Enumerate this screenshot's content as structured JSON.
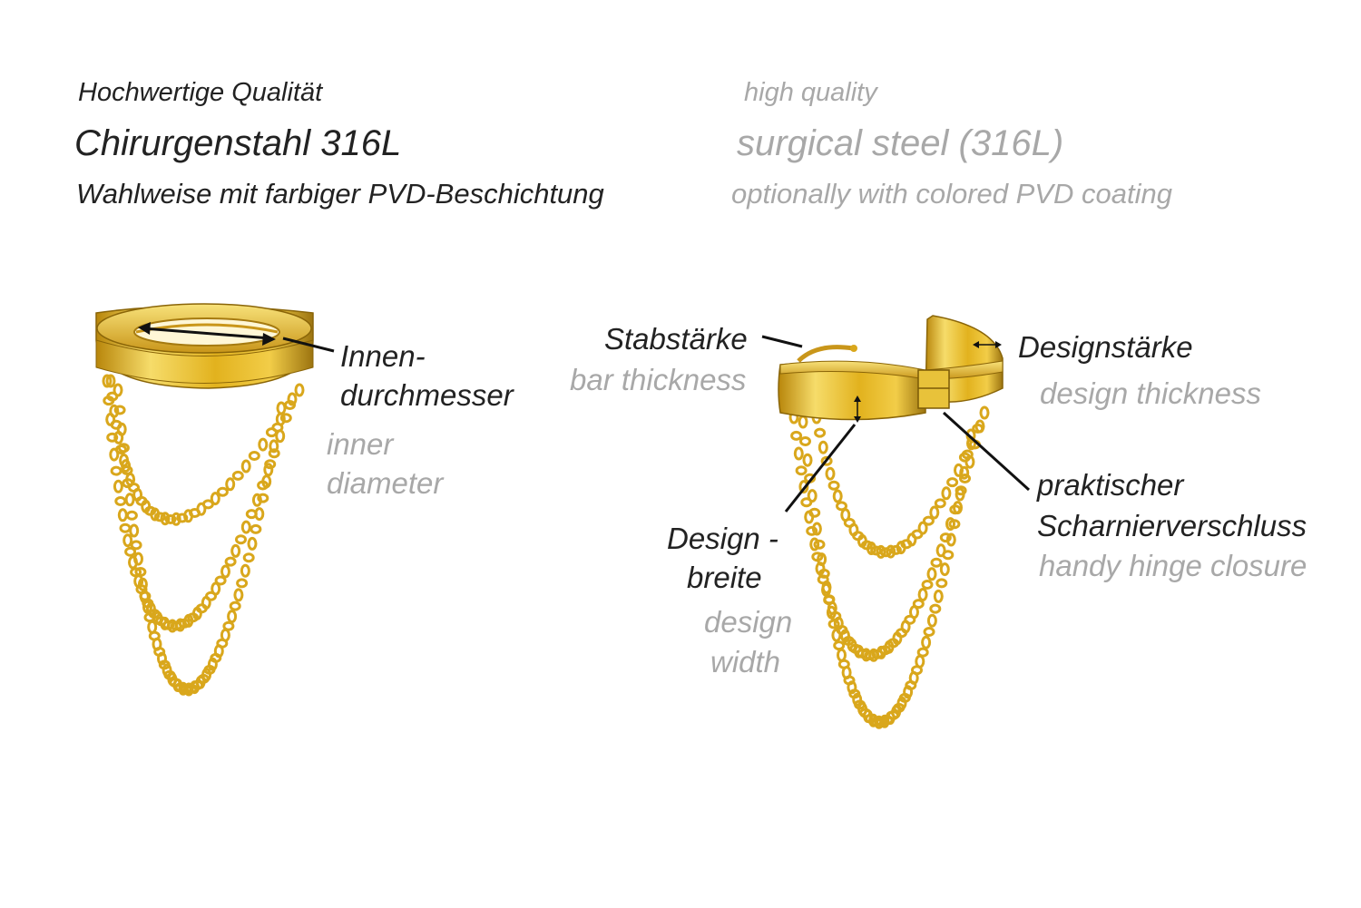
{
  "header": {
    "de": {
      "line1": "Hochwertige Qualität",
      "line2": "Chirurgenstahl 316L",
      "line3": "Wahlweise mit farbiger PVD-Beschichtung"
    },
    "en": {
      "line1": "high quality",
      "line2": "surgical steel (316L)",
      "line3": "optionally with colored PVD coating"
    }
  },
  "labels": {
    "inner_diameter": {
      "de_1": "Innen-",
      "de_2": "durchmesser",
      "en_1": "inner",
      "en_2": "diameter"
    },
    "bar_thickness": {
      "de": "Stabstärke",
      "en": "bar thickness"
    },
    "design_thickness": {
      "de": "Designstärke",
      "en": "design thickness"
    },
    "hinge_closure": {
      "de_1": "praktischer",
      "de_2": "Scharnierverschluss",
      "en": "handy hinge closure"
    },
    "design_width": {
      "de_1": "Design -",
      "de_2": "breite",
      "en_1": "design",
      "en_2": "width"
    }
  },
  "colors": {
    "text_primary": "#222222",
    "text_secondary": "#a8a8a8",
    "gold": "#e2b21e",
    "gold_light": "#f6dc6a",
    "gold_dark": "#9c7410",
    "leader": "#111111"
  },
  "icons": {
    "left_product": "gold-hinged-clicker-ring-with-chains",
    "right_product": "gold-hinged-clicker-ring-open-with-chains"
  }
}
